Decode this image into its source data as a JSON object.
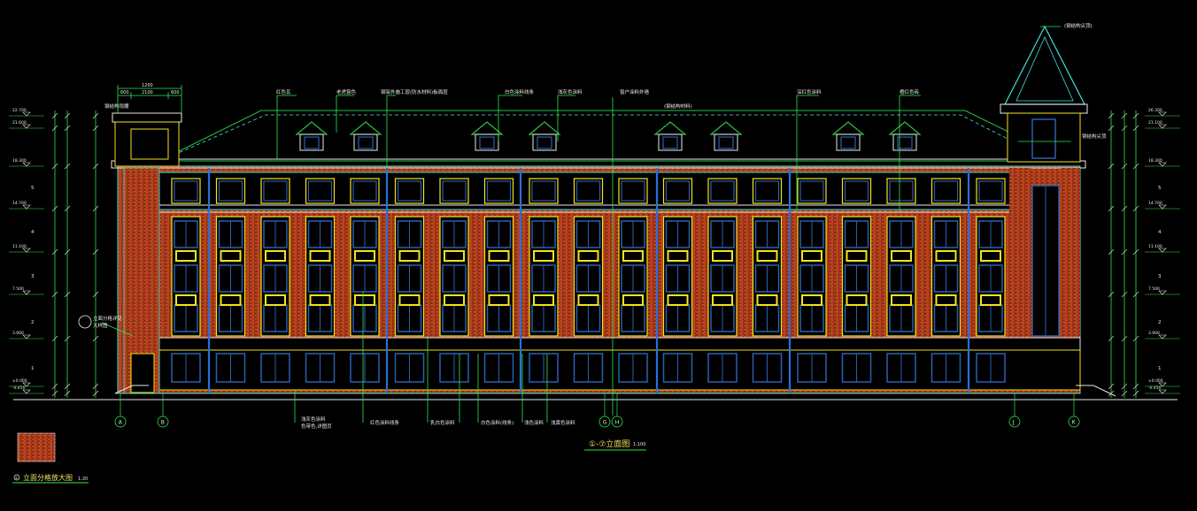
{
  "drawing": {
    "main_title": "①-⑦立面图",
    "main_title_scale": "1:100",
    "detail_title": "立面分格放大图",
    "detail_scale": "1:20",
    "detail_marker": "①"
  },
  "axes": {
    "left": [
      "A",
      "B"
    ],
    "mid": [
      "G",
      "H"
    ],
    "right": [
      "J",
      "K"
    ]
  },
  "floors": [
    "1",
    "2",
    "3",
    "4",
    "5"
  ],
  "levels_left": [
    "-0.450",
    "±0.000",
    "3.900",
    "7.500",
    "11.100",
    "14.700",
    "18.300",
    "21.600",
    "22.700"
  ],
  "levels_right": [
    "-0.450",
    "±0.000",
    "3.900",
    "7.500",
    "11.100",
    "14.700",
    "18.300",
    "21.100",
    "26.300"
  ],
  "top_dims": [
    "1200",
    "600",
    "2100",
    "600"
  ],
  "annotations": {
    "roof_top": "(钢结构尖顶)",
    "roof_ridge": "(钢结构材料)",
    "left_tower": "钢结构雨棚",
    "roof_label1": "红色瓦",
    "roof_label2": "老虎窗色",
    "roof_label3": "钢架外施工层(防水材料)板面层",
    "roof_label4": "白色涂料线条",
    "roof_label5": "浅灰色涂料",
    "roof_label6": "窗户涂料外墙",
    "roof_label7": "深红色涂料",
    "roof_label8": "橙红色砖",
    "right_tower": "钢结构尖顶",
    "left_side": "立面分格详见",
    "left_side2": "大样图",
    "bottom1": "浅灰色涂料",
    "bottom1b": "色带色,详图页",
    "bottom2": "红色涂料线条",
    "bottom3": "乳白色涂料",
    "bottom4": "白色涂料(线条)",
    "bottom5": "浅色涂料",
    "bottom6": "浅黄色涂料"
  },
  "colors": {
    "background": "#000000",
    "brick": "#b23a1a",
    "outline_cyan": "#3fe3d6",
    "window_yellow": "#f4e41a",
    "window_blue": "#2a5fb0",
    "dim_green": "#2ee84a",
    "roof_green": "#27c54a",
    "white_line": "#e8e8e8",
    "title_yellow": "#f0e060"
  }
}
